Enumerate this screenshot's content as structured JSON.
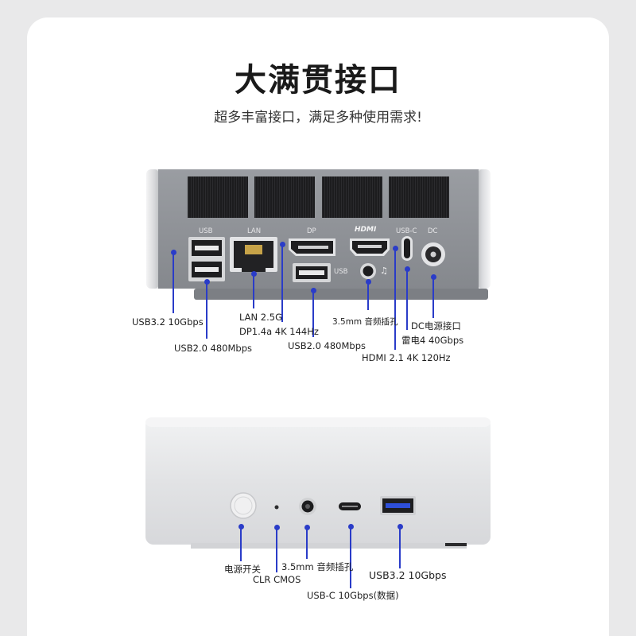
{
  "header": {
    "title": "大满贯接口",
    "subtitle": "超多丰富接口，满足多种使用需求!"
  },
  "rear_panel": {
    "printed": {
      "usb_top": "USB",
      "lan": "LAN",
      "dp": "DP",
      "hdmi": "HDMI",
      "usbc": "USB-C",
      "dc": "DC",
      "usb_side": "USB"
    },
    "labels": {
      "usb32": "USB3.2 10Gbps",
      "usb20_left": "USB2.0 480Mbps",
      "lan": "LAN 2.5G",
      "dp": "DP1.4a 4K 144Hz",
      "usb20_right": "USB2.0 480Mbps",
      "audio": "3.5mm 音频插孔",
      "dc": "DC电源接口",
      "tb4": "雷电4 40Gbps",
      "hdmi": "HDMI 2.1 4K 120Hz"
    }
  },
  "front_panel": {
    "labels": {
      "power": "电源开关",
      "clr": "CLR CMOS",
      "audio": "3.5mm 音频插孔",
      "usbc": "USB-C 10Gbps(数据)",
      "usb32": "USB3.2 10Gbps"
    }
  },
  "colors": {
    "accent_line": "#2a3cc8",
    "panel_gray": "#8e9196",
    "chassis_silver": "#e4e5e7",
    "card_bg": "#ffffff",
    "page_bg": "#e9e9ea"
  },
  "icons": [
    "headphone-icon"
  ]
}
